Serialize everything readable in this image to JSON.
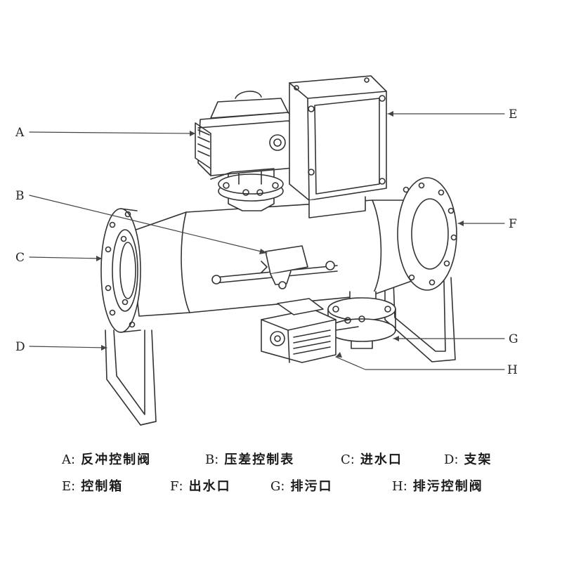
{
  "callouts": {
    "a": "A",
    "b": "B",
    "c": "C",
    "d": "D",
    "e": "E",
    "f": "F",
    "g": "G",
    "h": "H"
  },
  "legend": {
    "separator": ":",
    "items": [
      {
        "key": "A",
        "label": "反冲控制阀"
      },
      {
        "key": "B",
        "label": "压差控制表"
      },
      {
        "key": "C",
        "label": "进水口"
      },
      {
        "key": "D",
        "label": "支架"
      },
      {
        "key": "E",
        "label": "控制箱"
      },
      {
        "key": "F",
        "label": "出水口"
      },
      {
        "key": "G",
        "label": "排污口"
      },
      {
        "key": "H",
        "label": "排污控制阀"
      }
    ]
  }
}
